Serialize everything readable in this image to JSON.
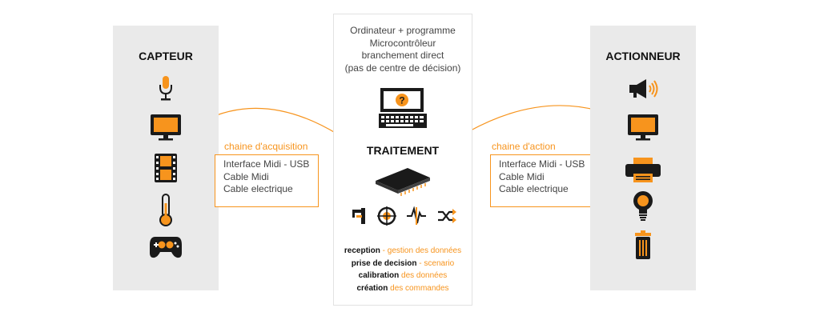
{
  "capteur": {
    "title": "CAPTEUR",
    "icons": [
      "microphone-icon",
      "monitor-icon",
      "film-icon",
      "thermometer-icon",
      "gamepad-icon"
    ]
  },
  "actionneur": {
    "title": "ACTIONNEUR",
    "icons": [
      "megaphone-icon",
      "monitor-icon",
      "printer-icon",
      "lightbulb-icon",
      "trash-bin-icon"
    ]
  },
  "center": {
    "description": [
      "Ordinateur + programme",
      "Microcontrôleur",
      "branchement direct",
      "(pas de centre de décision)"
    ],
    "computer_question": "?",
    "title": "TRAITEMENT",
    "tool_icons": [
      "caliper-icon",
      "target-icon",
      "waveform-icon",
      "shuffle-icon"
    ],
    "tasks": [
      {
        "bold": "reception",
        "rest": " - gestion des données"
      },
      {
        "bold": "prise de decision",
        "rest": " - scenario"
      },
      {
        "bold": "calibration",
        "rest": " des données"
      },
      {
        "bold": "création",
        "rest": " des commandes"
      }
    ]
  },
  "acquisition": {
    "label": "chaine d'acquisition",
    "items": [
      "Interface Midi - USB",
      "Cable Midi",
      "Cable electrique"
    ]
  },
  "action": {
    "label": "chaine d'action",
    "items": [
      "Interface Midi - USB",
      "Cable Midi",
      "Cable electrique"
    ]
  },
  "colors": {
    "accent": "#f7941d",
    "dark": "#1a1a1a",
    "panel": "#eaeaea"
  }
}
